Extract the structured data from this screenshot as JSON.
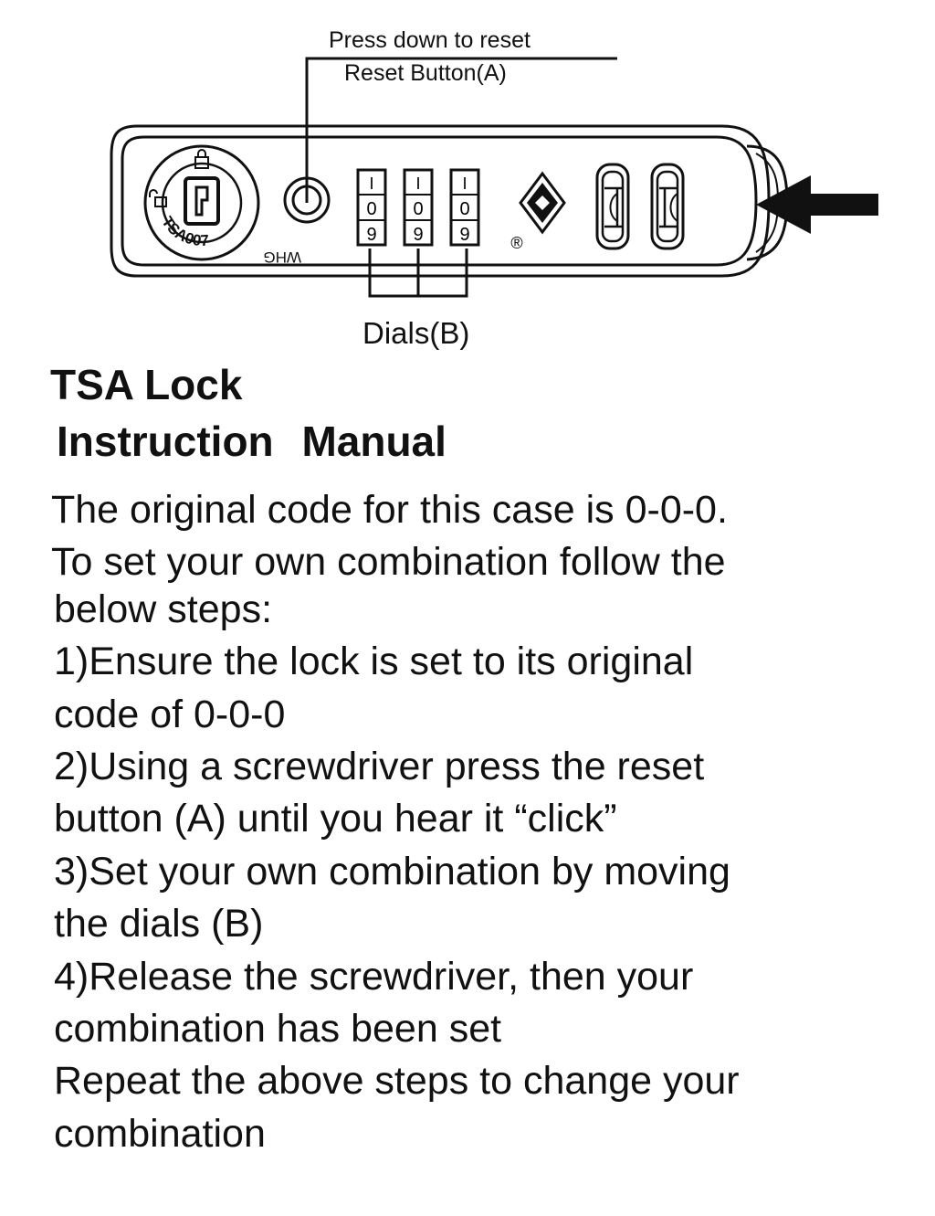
{
  "diagram": {
    "callouts": {
      "press_down": "Press down to reset",
      "reset_button": "Reset Button(A)",
      "dials": "Dials(B)"
    },
    "keyhole_text": "TSA007",
    "brand_text": "WHG",
    "registered_mark": "®",
    "dial_digits": [
      "I",
      "0",
      "9"
    ],
    "icons": [
      "key-cylinder-icon",
      "padlock-icon",
      "reset-button-icon",
      "tsa-diamond-icon",
      "slider-icon",
      "arrow-left-icon"
    ]
  },
  "title": {
    "line1": "TSA Lock",
    "line2": "Instruction Manual"
  },
  "body": {
    "lines": [
      "The original code for this case is 0-0-0.",
      "To set your own combination follow the",
      "below steps:",
      "1)Ensure the lock is set to its original",
      "code of 0-0-0",
      "2)Using a screwdriver press the reset",
      "button (A) until you hear it “click”",
      "3)Set your own combination by moving",
      "the dials (B)",
      "4)Release the screwdriver, then your",
      "combination has been set",
      "Repeat the above steps to change your",
      "combination"
    ]
  }
}
